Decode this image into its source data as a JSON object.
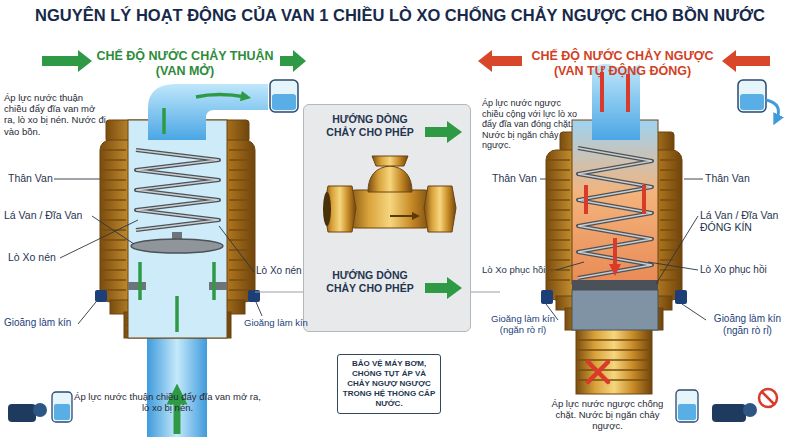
{
  "diagram": {
    "title": "NGUYÊN LÝ HOẠT ĐỘNG CỦA VAN 1 CHIỀU LÒ XO CHỐNG CHẢY NGƯỢC CHO BỒN NƯỚC",
    "nodes": [
      {
        "text": [
          "HƯỚNG DÒNG CHẢY CHO PHÉP",
          "HƯỚNG DÒNG CHẢY CHO PHÉP"
        ]
      },
      {
        "text": [
          "BẢO VỆ MÁY BƠM, CHỐNG TỤT ÁP VÀ CHẢY NGƯỢ NGƯỢC TRONG HỆ THỐNG CẤP NƯỚC."
        ]
      }
    ],
    "labels": [
      "CHẾ ĐỘ NƯỚC CHẢY THUẬN (VAN MỞ)",
      "CHẾ ĐỘ NƯỚC CHẢY NGƯỢC (VAN TỰ ĐỘNG ĐÓNG)",
      "Áp lực nước thuận chiều đẩy đĩa van mở ra, lò xo bị nén. Nước đi vào bồn.",
      "Thân Van",
      "Lá Van / Đĩa Van",
      "Lò Xo nén",
      "Gioăng làm kín",
      "Lò Xo nén",
      "Gioăng làm kín",
      "Áp lực nước thuận chiều đẩy đĩa van mở ra, lò xo bị nén.",
      "Áp lực nước ngược chiều cộng với lực lò xo đẩy đĩa van đóng chặt. Nước bị ngăn chảy ngược.",
      "Thân Van",
      "Thân Van",
      "Lá Van / Đĩa Van ĐÓNG KÍN",
      "Lò Xo phục hồi",
      "Lò Xo phục hồi",
      "Gioăng làm kín (ngăn rò rỉ)",
      "Gioăng làm kín (ngăn rò rỉ)",
      "Áp lực nước ngược chống chặt. Nước bị ngăn chảy ngược."
    ]
  }
}
